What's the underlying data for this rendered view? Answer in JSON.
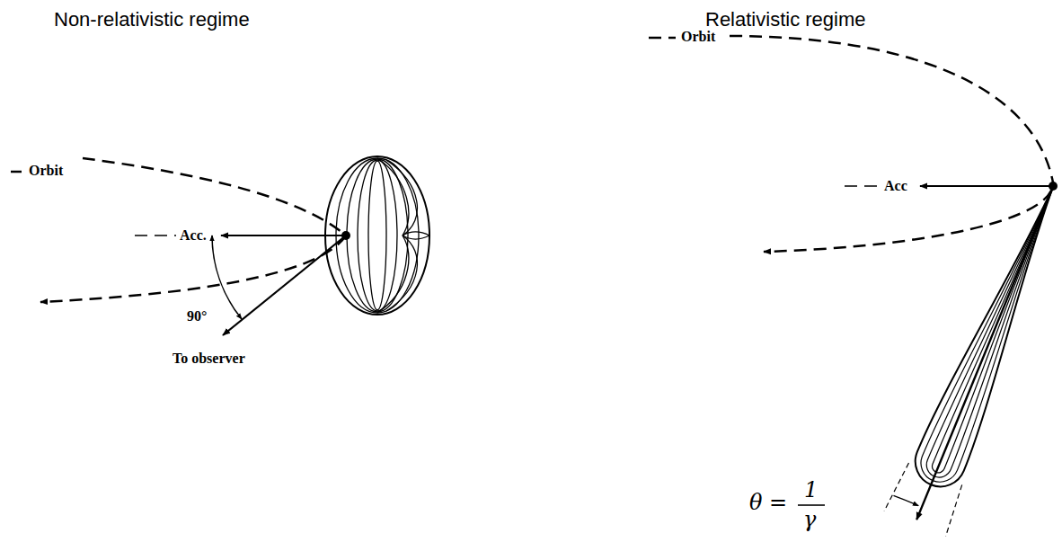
{
  "diagram": {
    "labels": [
      "Non-relativistic regime",
      "Relativistic regime",
      "Orbit",
      "Acc.",
      "90°",
      "To observer",
      "Orbit",
      "Acc",
      "θ =",
      "1",
      "γ"
    ]
  }
}
